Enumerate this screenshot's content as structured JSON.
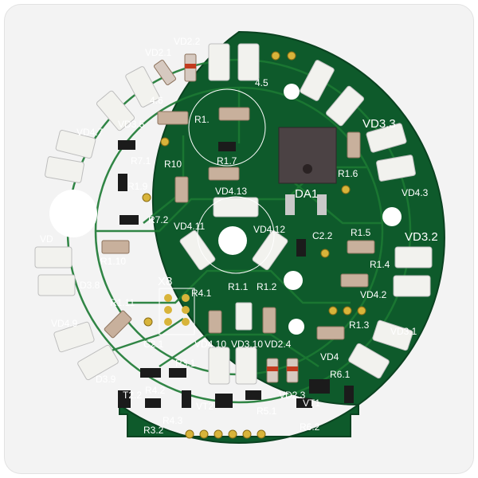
{
  "board": {
    "colors": {
      "mask": "#0e5a2b",
      "trace": "#18762f",
      "gold": "#d8b43a",
      "silk": "#ffffff"
    },
    "connector_label": "X8",
    "regulator_label": "DA1",
    "labels": {
      "vd2_1": "VD2.1",
      "vd2_2": "VD2.2",
      "vd4_5": "4.5",
      "vd3_5": "VD3.5",
      "vd4_6": "4.6",
      "vd4_7": "VD4.7",
      "vd3_3": "VD3.3",
      "vd4_3": "VD4.3",
      "vd3_2": "VD3.2",
      "vd3_8": "D3.8",
      "vd4_9": "VD4.9",
      "vd3_9": "D3.9",
      "vd3_1": "VD3.1",
      "vd4_a": "VD4",
      "vd_left": "VD",
      "vd4_10": "VD4.10",
      "vd3_10": "VD3.10",
      "vd2_4": "VD2.4",
      "vd2_3": "VD2.3",
      "vd4_11": "VD4.11",
      "vd4_12": "VD4.12",
      "vd4_13": "VD4.13",
      "vd4_2": "VD4.2",
      "r1_dot": "R1.",
      "r1_7": "R1.7",
      "r7_1": "R7.1",
      "r10": "R10",
      "r1_9": "R1.9",
      "r7_2": "R7.2",
      "r1_6": "R1.6",
      "c2_2": "C2.2",
      "r1_5": "R1.5",
      "r1_4": "R1.4",
      "r1_10": "R1.10",
      "r4_1": "R4.1",
      "r1_1": "R1.1",
      "r1_2": "R1.2",
      "r1_11": "R1.11",
      "r1_3": "R1.3",
      "c2_1": "C2.1",
      "r3_1": "R3.1",
      "r4_2": "R4.2",
      "vt2": "VT2",
      "r5_1": "R5.1",
      "r4_3": "R4.3",
      "r3_2": "R3.2",
      "r6_1": "R6.1",
      "vt1": "VT1",
      "r6_2": "R6.2",
      "t2_2": "T2.2"
    }
  }
}
